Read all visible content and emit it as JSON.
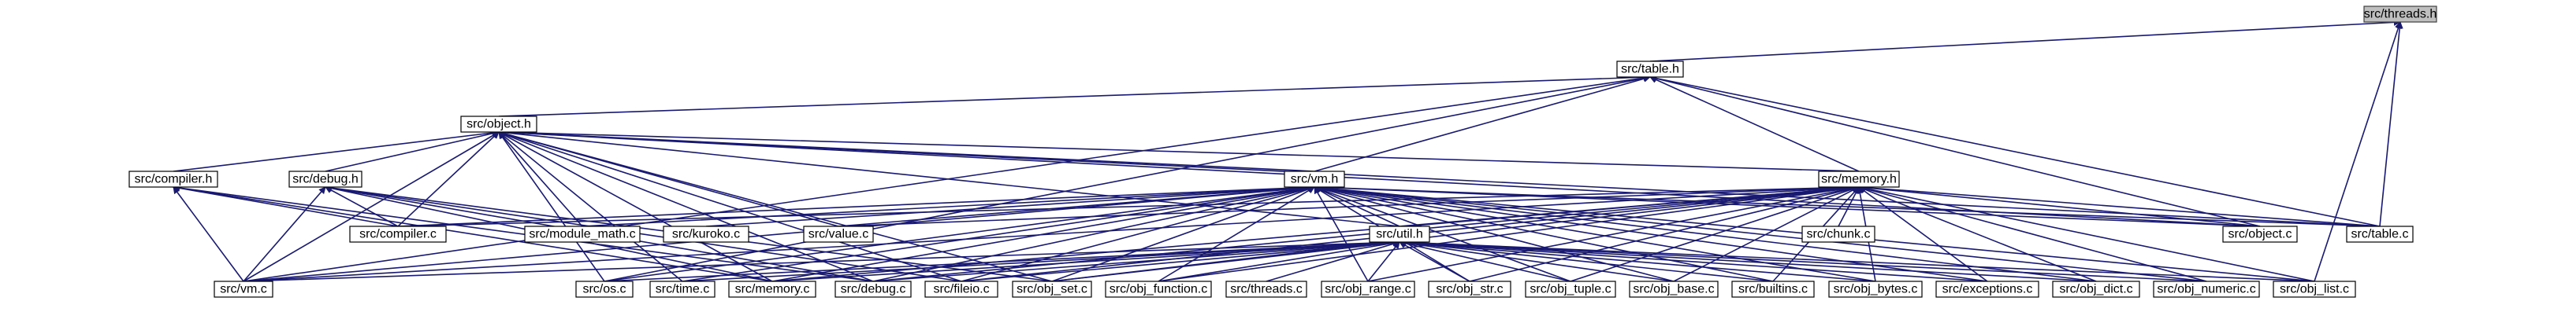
{
  "diagram": {
    "root_fill": "#bfbfbf",
    "edge_color": "#191970",
    "nodes": [
      {
        "id": "threads_h",
        "label": "src/threads.h",
        "root": true
      },
      {
        "id": "table_h",
        "label": "src/table.h"
      },
      {
        "id": "object_h",
        "label": "src/object.h"
      },
      {
        "id": "vm_h",
        "label": "src/vm.h"
      },
      {
        "id": "memory_h",
        "label": "src/memory.h"
      },
      {
        "id": "compiler_h",
        "label": "src/compiler.h"
      },
      {
        "id": "debug_h",
        "label": "src/debug.h"
      },
      {
        "id": "util_h",
        "label": "src/util.h"
      },
      {
        "id": "compiler_c",
        "label": "src/compiler.c"
      },
      {
        "id": "module_math_c",
        "label": "src/module_math.c"
      },
      {
        "id": "kuroko_c",
        "label": "src/kuroko.c"
      },
      {
        "id": "value_c",
        "label": "src/value.c"
      },
      {
        "id": "chunk_c",
        "label": "src/chunk.c"
      },
      {
        "id": "object_c",
        "label": "src/object.c"
      },
      {
        "id": "table_c",
        "label": "src/table.c"
      },
      {
        "id": "vm_c",
        "label": "src/vm.c"
      },
      {
        "id": "os_c",
        "label": "src/os.c"
      },
      {
        "id": "time_c",
        "label": "src/time.c"
      },
      {
        "id": "memory_c",
        "label": "src/memory.c"
      },
      {
        "id": "debug_c",
        "label": "src/debug.c"
      },
      {
        "id": "fileio_c",
        "label": "src/fileio.c"
      },
      {
        "id": "obj_set_c",
        "label": "src/obj_set.c"
      },
      {
        "id": "obj_function_c",
        "label": "src/obj_function.c"
      },
      {
        "id": "threads_c",
        "label": "src/threads.c"
      },
      {
        "id": "obj_range_c",
        "label": "src/obj_range.c"
      },
      {
        "id": "obj_str_c",
        "label": "src/obj_str.c"
      },
      {
        "id": "obj_tuple_c",
        "label": "src/obj_tuple.c"
      },
      {
        "id": "obj_base_c",
        "label": "src/obj_base.c"
      },
      {
        "id": "builtins_c",
        "label": "src/builtins.c"
      },
      {
        "id": "obj_bytes_c",
        "label": "src/obj_bytes.c"
      },
      {
        "id": "exceptions_c",
        "label": "src/exceptions.c"
      },
      {
        "id": "obj_dict_c",
        "label": "src/obj_dict.c"
      },
      {
        "id": "obj_numeric_c",
        "label": "src/obj_numeric.c"
      },
      {
        "id": "obj_list_c",
        "label": "src/obj_list.c"
      }
    ],
    "edges": [
      [
        "threads_h",
        "table_h"
      ],
      [
        "threads_h",
        "table_c"
      ],
      [
        "threads_h",
        "obj_list_c"
      ],
      [
        "table_h",
        "object_h"
      ],
      [
        "table_h",
        "vm_h"
      ],
      [
        "table_h",
        "memory_h"
      ],
      [
        "table_h",
        "object_c"
      ],
      [
        "table_h",
        "table_c"
      ],
      [
        "table_h",
        "vm_c"
      ],
      [
        "table_h",
        "os_c"
      ],
      [
        "object_h",
        "compiler_h"
      ],
      [
        "object_h",
        "debug_h"
      ],
      [
        "object_h",
        "vm_h"
      ],
      [
        "object_h",
        "memory_h"
      ],
      [
        "object_h",
        "util_h"
      ],
      [
        "object_h",
        "compiler_c"
      ],
      [
        "object_h",
        "module_math_c"
      ],
      [
        "object_h",
        "value_c"
      ],
      [
        "object_h",
        "object_c"
      ],
      [
        "object_h",
        "table_c"
      ],
      [
        "object_h",
        "vm_c"
      ],
      [
        "object_h",
        "os_c"
      ],
      [
        "object_h",
        "time_c"
      ],
      [
        "object_h",
        "memory_c"
      ],
      [
        "object_h",
        "debug_c"
      ],
      [
        "object_h",
        "fileio_c"
      ],
      [
        "object_h",
        "obj_set_c"
      ],
      [
        "compiler_h",
        "compiler_c"
      ],
      [
        "compiler_h",
        "vm_c"
      ],
      [
        "compiler_h",
        "memory_c"
      ],
      [
        "compiler_h",
        "debug_c"
      ],
      [
        "debug_h",
        "compiler_c"
      ],
      [
        "debug_h",
        "vm_c"
      ],
      [
        "debug_h",
        "memory_c"
      ],
      [
        "debug_h",
        "debug_c"
      ],
      [
        "debug_h",
        "fileio_c"
      ],
      [
        "debug_h",
        "obj_set_c"
      ],
      [
        "vm_h",
        "compiler_c"
      ],
      [
        "vm_h",
        "module_math_c"
      ],
      [
        "vm_h",
        "kuroko_c"
      ],
      [
        "vm_h",
        "value_c"
      ],
      [
        "vm_h",
        "util_h"
      ],
      [
        "vm_h",
        "object_c"
      ],
      [
        "vm_h",
        "table_c"
      ],
      [
        "vm_h",
        "vm_c"
      ],
      [
        "vm_h",
        "os_c"
      ],
      [
        "vm_h",
        "time_c"
      ],
      [
        "vm_h",
        "memory_c"
      ],
      [
        "vm_h",
        "debug_c"
      ],
      [
        "vm_h",
        "fileio_c"
      ],
      [
        "vm_h",
        "obj_set_c"
      ],
      [
        "vm_h",
        "obj_function_c"
      ],
      [
        "vm_h",
        "obj_range_c"
      ],
      [
        "vm_h",
        "obj_str_c"
      ],
      [
        "vm_h",
        "obj_tuple_c"
      ],
      [
        "vm_h",
        "obj_base_c"
      ],
      [
        "vm_h",
        "builtins_c"
      ],
      [
        "vm_h",
        "obj_bytes_c"
      ],
      [
        "vm_h",
        "exceptions_c"
      ],
      [
        "vm_h",
        "obj_dict_c"
      ],
      [
        "vm_h",
        "obj_numeric_c"
      ],
      [
        "vm_h",
        "obj_list_c"
      ],
      [
        "memory_h",
        "compiler_c"
      ],
      [
        "memory_h",
        "chunk_c"
      ],
      [
        "memory_h",
        "value_c"
      ],
      [
        "memory_h",
        "object_c"
      ],
      [
        "memory_h",
        "table_c"
      ],
      [
        "memory_h",
        "util_h"
      ],
      [
        "memory_h",
        "vm_c"
      ],
      [
        "memory_h",
        "memory_c"
      ],
      [
        "memory_h",
        "debug_c"
      ],
      [
        "memory_h",
        "fileio_c"
      ],
      [
        "memory_h",
        "obj_set_c"
      ],
      [
        "memory_h",
        "obj_function_c"
      ],
      [
        "memory_h",
        "obj_range_c"
      ],
      [
        "memory_h",
        "obj_str_c"
      ],
      [
        "memory_h",
        "obj_tuple_c"
      ],
      [
        "memory_h",
        "obj_base_c"
      ],
      [
        "memory_h",
        "builtins_c"
      ],
      [
        "memory_h",
        "obj_bytes_c"
      ],
      [
        "memory_h",
        "exceptions_c"
      ],
      [
        "memory_h",
        "obj_dict_c"
      ],
      [
        "memory_h",
        "obj_numeric_c"
      ],
      [
        "memory_h",
        "obj_list_c"
      ],
      [
        "util_h",
        "vm_c"
      ],
      [
        "util_h",
        "os_c"
      ],
      [
        "util_h",
        "time_c"
      ],
      [
        "util_h",
        "memory_c"
      ],
      [
        "util_h",
        "debug_c"
      ],
      [
        "util_h",
        "fileio_c"
      ],
      [
        "util_h",
        "obj_set_c"
      ],
      [
        "util_h",
        "obj_function_c"
      ],
      [
        "util_h",
        "threads_c"
      ],
      [
        "util_h",
        "obj_range_c"
      ],
      [
        "util_h",
        "obj_str_c"
      ],
      [
        "util_h",
        "obj_tuple_c"
      ],
      [
        "util_h",
        "obj_base_c"
      ],
      [
        "util_h",
        "builtins_c"
      ],
      [
        "util_h",
        "obj_bytes_c"
      ],
      [
        "util_h",
        "exceptions_c"
      ],
      [
        "util_h",
        "obj_dict_c"
      ],
      [
        "util_h",
        "obj_numeric_c"
      ],
      [
        "util_h",
        "obj_list_c"
      ]
    ]
  }
}
